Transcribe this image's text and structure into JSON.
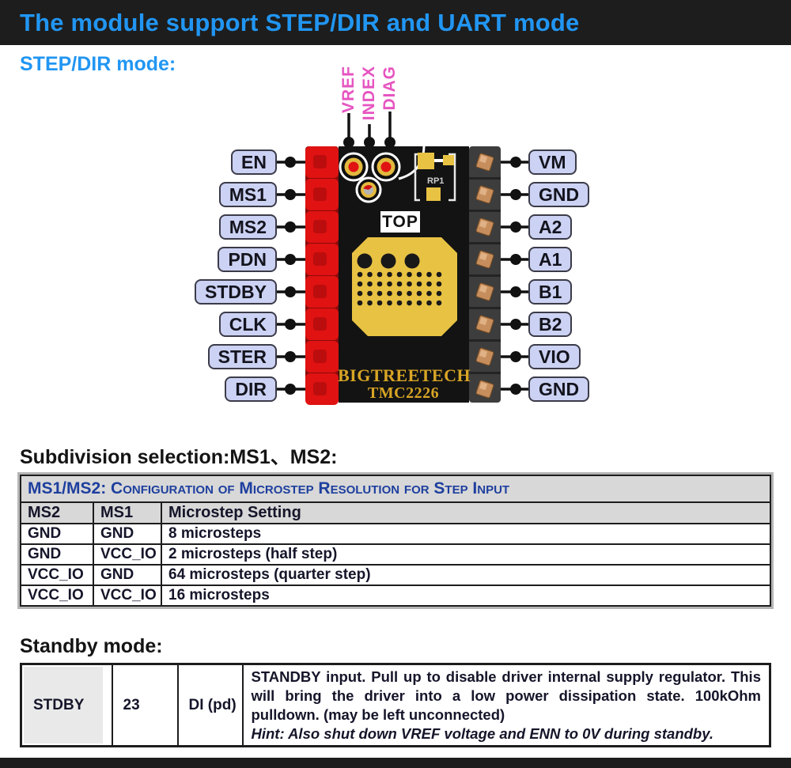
{
  "header": {
    "title": "The module support STEP/DIR and UART mode"
  },
  "sections": {
    "step_dir_heading": "STEP/DIR mode:",
    "subdivision_heading": "Subdivision selection:MS1、MS2:",
    "standby_heading": "Standby mode:"
  },
  "diagram": {
    "top_labels": [
      "VREF",
      "INDEX",
      "DIAG"
    ],
    "left_pins": [
      "EN",
      "MS1",
      "MS2",
      "PDN",
      "STDBY",
      "CLK",
      "STER",
      "DIR"
    ],
    "right_pins": [
      "VM",
      "GND",
      "A2",
      "A1",
      "B1",
      "B2",
      "VIO",
      "GND"
    ],
    "board_top_label": "TOP",
    "board_brand": "BIGTREETECH",
    "board_model": "TMC2226",
    "board_rp1": "RP1",
    "colors": {
      "accent_blue": "#2196f3",
      "top_label_pink": "#e654c0",
      "left_header_red": "#e01212",
      "heatsink_gold": "#e8c243",
      "pin_label_lavender": "#ccd2f3",
      "brand_gold": "#d8a525"
    }
  },
  "microstep_table": {
    "title_prefix": "MS1/MS2: ",
    "title_rest": "Configuration of Microstep Resolution for Step Input",
    "columns": [
      "MS2",
      "MS1",
      "Microstep Setting"
    ],
    "rows": [
      [
        "GND",
        "GND",
        "8 microsteps"
      ],
      [
        "GND",
        "VCC_IO",
        "2 microsteps (half step)"
      ],
      [
        "VCC_IO",
        "GND",
        "64 microsteps (quarter step)"
      ],
      [
        "VCC_IO",
        "VCC_IO",
        "16 microsteps"
      ]
    ]
  },
  "standby_table": {
    "pin_name": "STDBY",
    "pin_number": "23",
    "pin_type": "DI (pd)",
    "description": "STANDBY input. Pull up to disable driver internal supply regulator. This will bring the driver into a low power dissipation state. 100kOhm pulldown. (may be left unconnected)",
    "hint": "Hint: Also shut down VREF voltage and ENN to 0V during standby."
  }
}
